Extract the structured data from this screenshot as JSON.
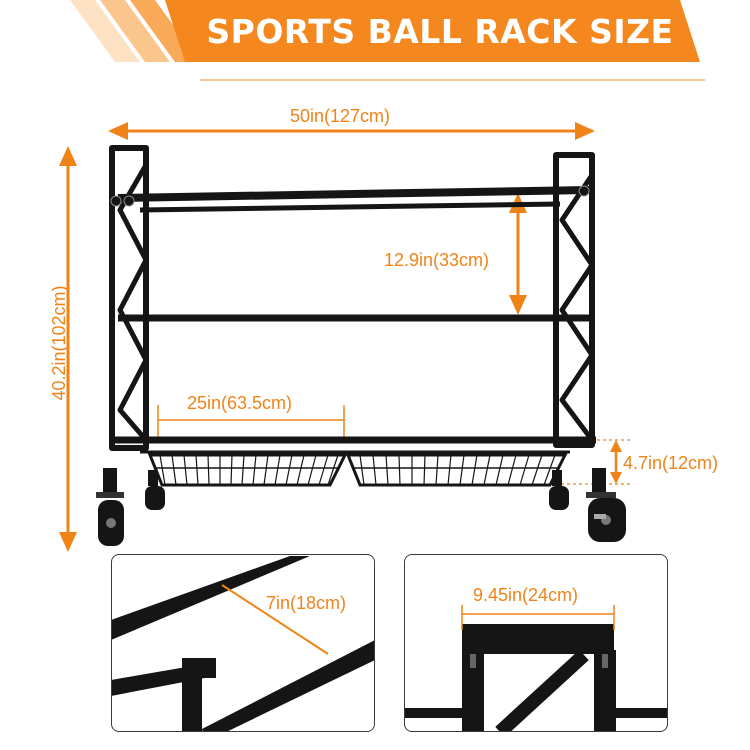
{
  "banner": {
    "title": "SPORTS BALL RACK SIZE",
    "color": "#f5871f"
  },
  "dimensions": {
    "width": "50in(127cm)",
    "height": "40.2in(102cm)",
    "shelf_gap": "12.9in(33cm)",
    "basket_width": "25in(63.5cm)",
    "basket_depth": "4.7in(12cm)"
  },
  "detail_panels": [
    {
      "label": "7in(18cm)"
    },
    {
      "label": "9.45in(24cm)"
    }
  ],
  "colors": {
    "accent": "#f08318",
    "frame": "#151515"
  }
}
